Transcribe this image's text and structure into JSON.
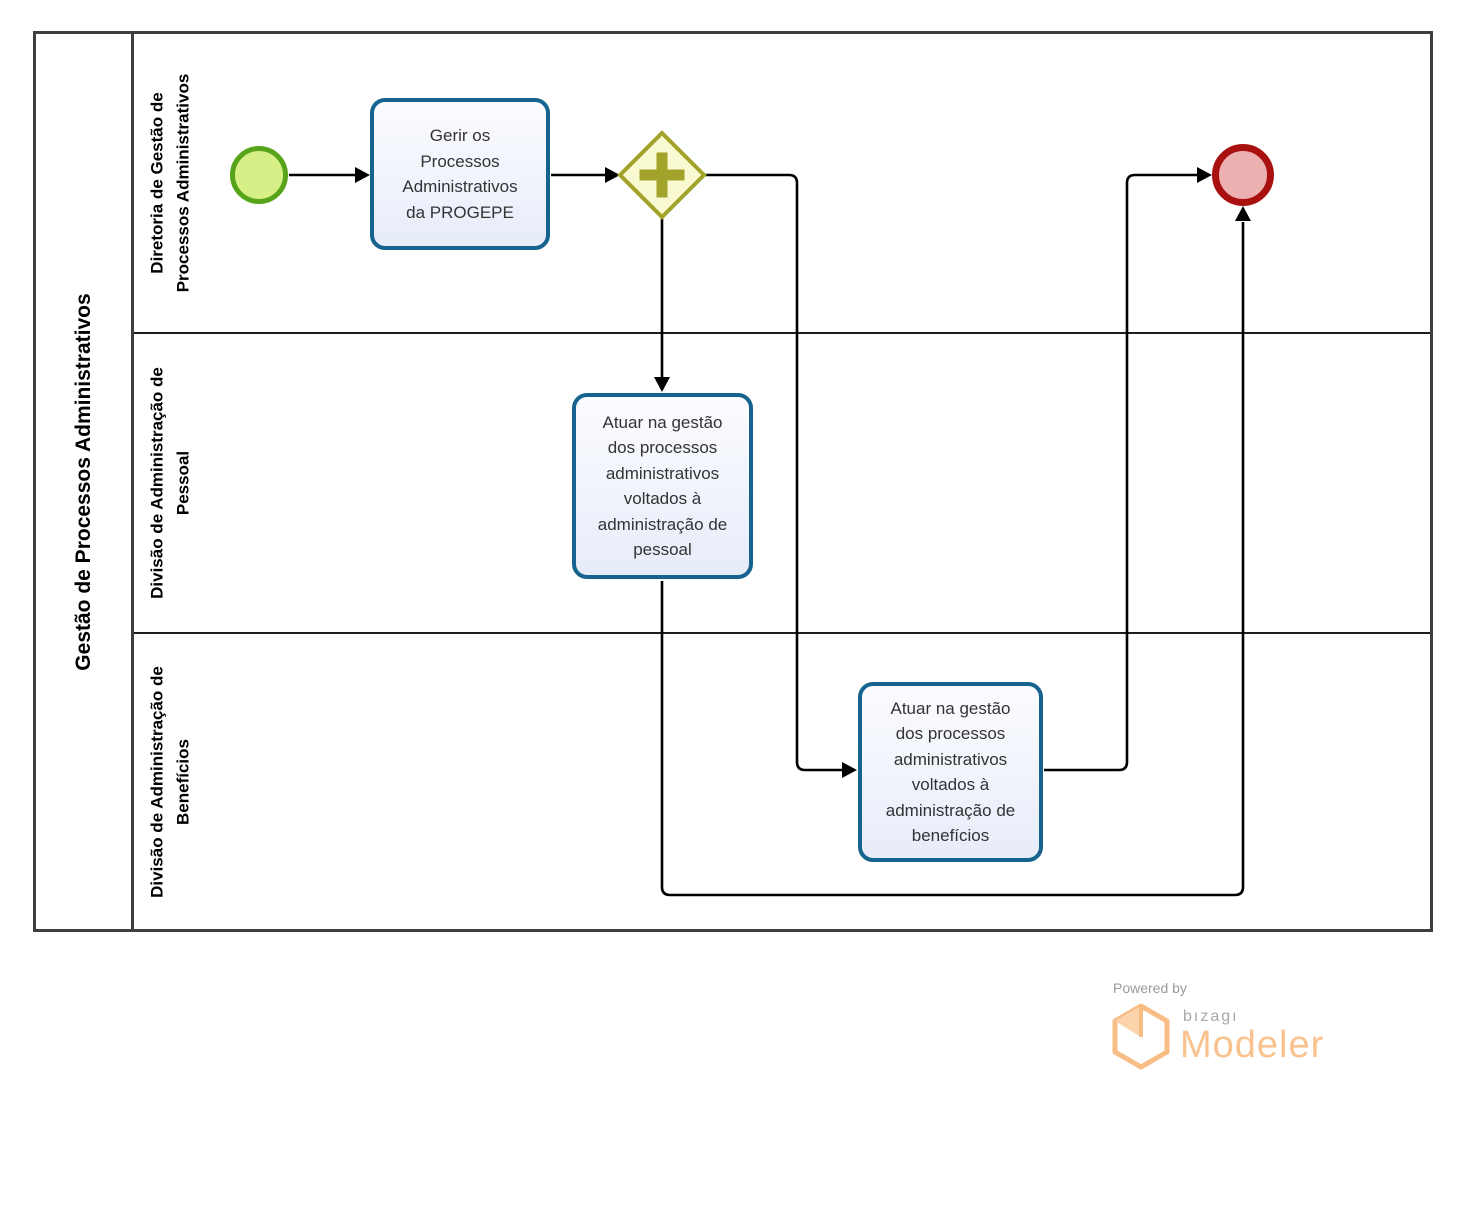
{
  "pool": {
    "title": "Gestão de Processos Administrativos"
  },
  "lanes": [
    {
      "label": "Diretoria de Gestão de Processos Administrativos"
    },
    {
      "label": "Divisão de Administração de Pessoal"
    },
    {
      "label": "Divisão de Administração de Benefícios"
    }
  ],
  "nodes": {
    "task_gerir": {
      "label": "Gerir os Processos Administrativos da PROGEPE"
    },
    "task_pessoal": {
      "label": "Atuar na gestão dos processos administrativos voltados à administração de pessoal"
    },
    "task_beneficios": {
      "label": "Atuar na gestão dos processos administrativos voltados à administração de benefícios"
    },
    "gateway": {
      "symbol": "+"
    }
  },
  "footer": {
    "powered_by": "Powered by",
    "brand": "bızagı",
    "product": "Modeler"
  },
  "colors": {
    "task_fill": "#e9edf9",
    "task_border": "#15638e",
    "gateway_fill": "#fafad2",
    "gateway_border": "#a2a32b",
    "start_fill": "#d6ef87",
    "start_border": "#57a41b",
    "end_fill": "#edb0b0",
    "end_border": "#a91111",
    "flow_line": "#000000",
    "pool_border": "#3f3f3f",
    "brand_orange": "#f9c28e",
    "brand_gray": "#a7a7a7"
  }
}
